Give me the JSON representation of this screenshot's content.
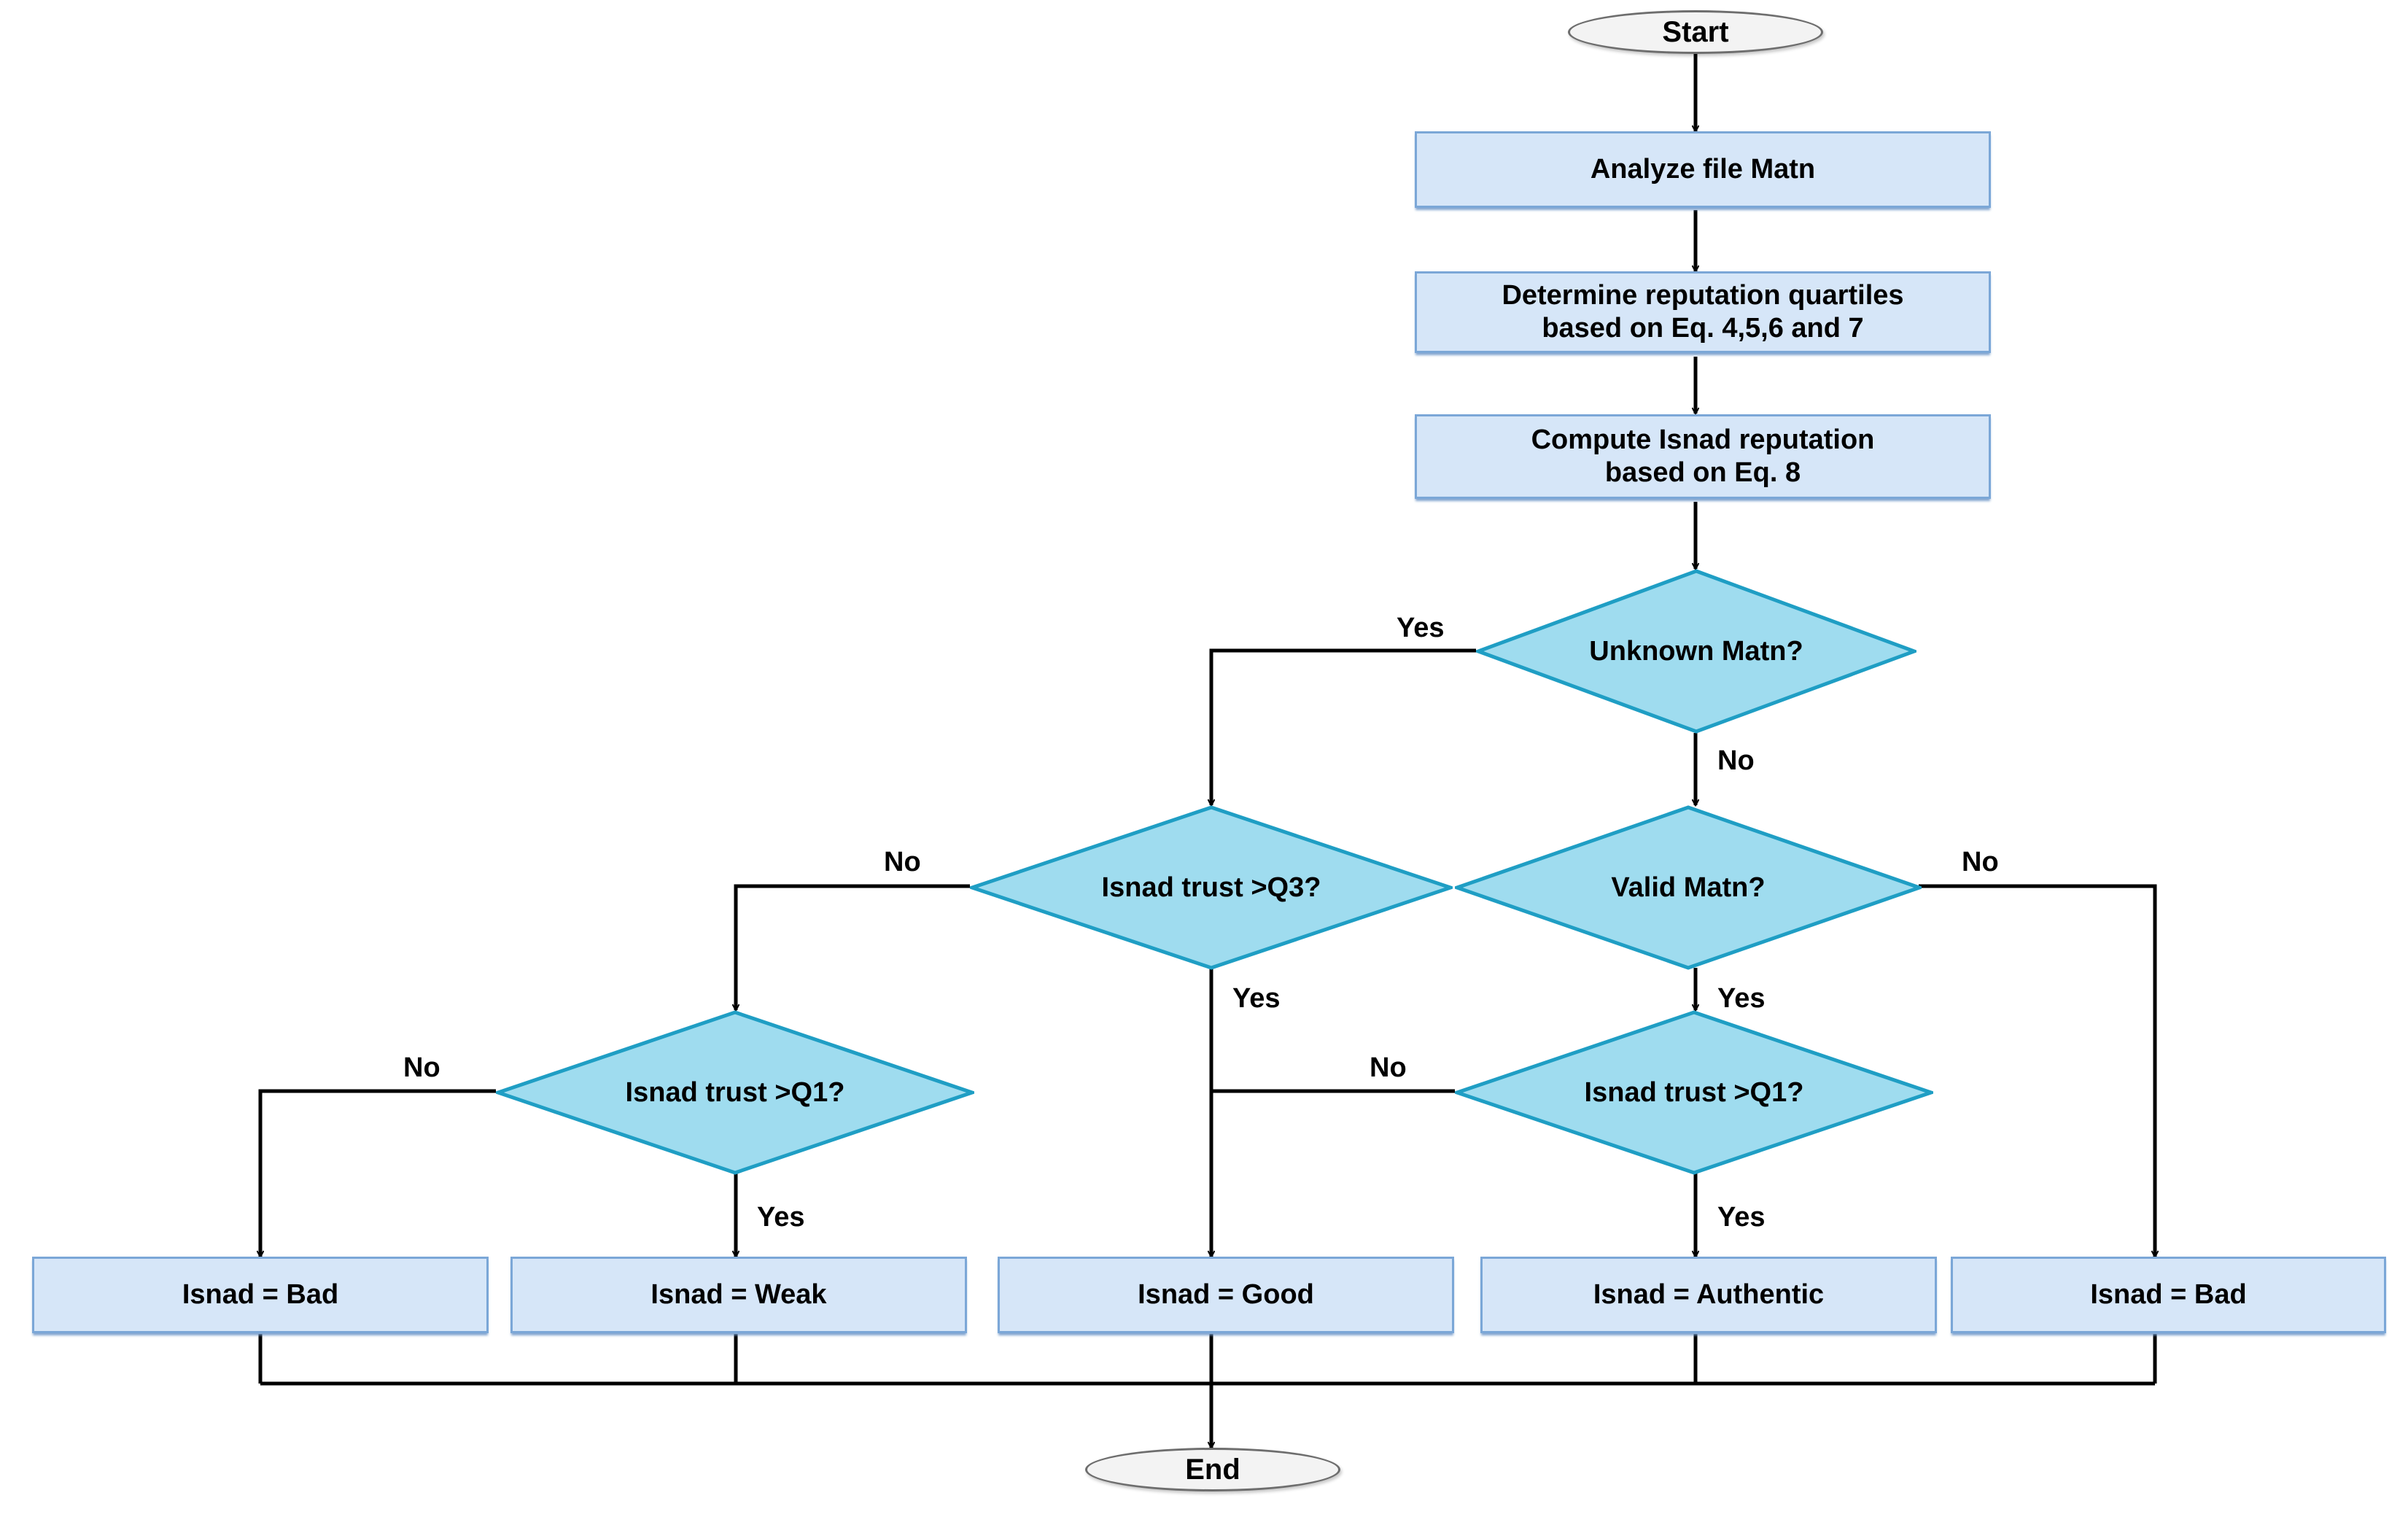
{
  "diagram": {
    "type": "flowchart",
    "title": "Isnad reputation evaluation flowchart",
    "colors": {
      "process_fill": "#d6e6f8",
      "process_border": "#7ba7d7",
      "decision_fill": "#9fdcef",
      "decision_border": "#1f9ec4",
      "terminator_fill": "#f3f3f3",
      "terminator_border": "#6d6d6d",
      "connector": "#000000",
      "text": "#000000",
      "background": "#ffffff"
    }
  },
  "nodes": {
    "start": {
      "label": "Start",
      "shape": "terminator"
    },
    "analyze": {
      "label": "Analyze file Matn",
      "shape": "process"
    },
    "quartiles": {
      "line1": "Determine reputation quartiles",
      "line2": "based on Eq. 4,5,6 and 7",
      "shape": "process"
    },
    "reputation": {
      "line1": "Compute Isnad reputation",
      "line2": "based on Eq. 8",
      "shape": "process"
    },
    "unknown_matn": {
      "label": "Unknown Matn?",
      "shape": "decision"
    },
    "trust_q3": {
      "label": "Isnad trust >Q3?",
      "shape": "decision"
    },
    "valid_matn": {
      "label": "Valid Matn?",
      "shape": "decision"
    },
    "trust_q1_left": {
      "label": "Isnad trust >Q1?",
      "shape": "decision"
    },
    "trust_q1_right": {
      "label": "Isnad trust >Q1?",
      "shape": "decision"
    },
    "isnad_bad_left": {
      "label": "Isnad = Bad",
      "shape": "process"
    },
    "isnad_weak": {
      "label": "Isnad = Weak",
      "shape": "process"
    },
    "isnad_good": {
      "label": "Isnad = Good",
      "shape": "process"
    },
    "isnad_authentic": {
      "label": "Isnad = Authentic",
      "shape": "process"
    },
    "isnad_bad_right": {
      "label": "Isnad = Bad",
      "shape": "process"
    },
    "end": {
      "label": "End",
      "shape": "terminator"
    }
  },
  "edge_labels": {
    "unknown_yes": "Yes",
    "unknown_no": "No",
    "q3_no": "No",
    "q3_yes": "Yes",
    "valid_no": "No",
    "valid_yes": "Yes",
    "q1_left_no": "No",
    "q1_left_yes": "Yes",
    "q1_right_no": "No",
    "q1_right_yes": "Yes"
  },
  "edges": [
    {
      "from": "start",
      "to": "analyze",
      "label": ""
    },
    {
      "from": "analyze",
      "to": "quartiles",
      "label": ""
    },
    {
      "from": "quartiles",
      "to": "reputation",
      "label": ""
    },
    {
      "from": "reputation",
      "to": "unknown_matn",
      "label": ""
    },
    {
      "from": "unknown_matn",
      "to": "trust_q3",
      "label": "Yes"
    },
    {
      "from": "unknown_matn",
      "to": "valid_matn",
      "label": "No"
    },
    {
      "from": "trust_q3",
      "to": "trust_q1_left",
      "label": "No"
    },
    {
      "from": "trust_q3",
      "to": "isnad_good",
      "label": "Yes"
    },
    {
      "from": "valid_matn",
      "to": "isnad_bad_right",
      "label": "No"
    },
    {
      "from": "valid_matn",
      "to": "trust_q1_right",
      "label": "Yes"
    },
    {
      "from": "trust_q1_left",
      "to": "isnad_bad_left",
      "label": "No"
    },
    {
      "from": "trust_q1_left",
      "to": "isnad_weak",
      "label": "Yes"
    },
    {
      "from": "trust_q1_right",
      "to": "isnad_good",
      "label": "No"
    },
    {
      "from": "trust_q1_right",
      "to": "isnad_authentic",
      "label": "Yes"
    },
    {
      "from": "isnad_bad_left",
      "to": "end",
      "label": ""
    },
    {
      "from": "isnad_weak",
      "to": "end",
      "label": ""
    },
    {
      "from": "isnad_good",
      "to": "end",
      "label": ""
    },
    {
      "from": "isnad_authentic",
      "to": "end",
      "label": ""
    },
    {
      "from": "isnad_bad_right",
      "to": "end",
      "label": ""
    }
  ]
}
